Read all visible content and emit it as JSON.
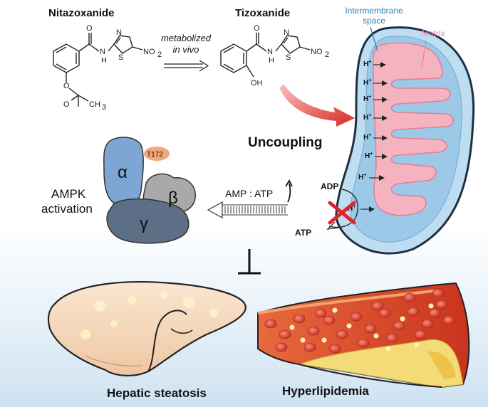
{
  "drugs": {
    "nitazoxanide": "Nitazoxanide",
    "tizoxanide": "Tizoxanide",
    "metabolized_line1": "metabolized",
    "metabolized_line2": "in vivo"
  },
  "chem_labels": {
    "o": "O",
    "n": "N",
    "s": "S",
    "h": "H",
    "no2": "NO",
    "no2_sub": "2",
    "ch3": "CH",
    "ch3_sub": "3",
    "oh": "OH"
  },
  "mito": {
    "intermembrane_line1": "Intermembrane",
    "intermembrane_line2": "space",
    "matrix": "Matrix",
    "h_plus": "H",
    "h_plus_sup": "+",
    "adp": "ADP",
    "atp": "ATP"
  },
  "process": {
    "uncoupling": "Uncoupling",
    "ratio": "AMP : ATP",
    "ampk_line1": "AMPK",
    "ampk_line2": "activation"
  },
  "ampk": {
    "alpha": "α",
    "beta": "β",
    "gamma": "γ",
    "t172": "T172"
  },
  "diseases": {
    "hepatic": "Hepatic steatosis",
    "hyperlipidemia": "Hyperlipidemia"
  },
  "colors": {
    "mito_outer": "#9cc9e8",
    "mito_inner": "#f4b3bf",
    "alpha": "#7ea6d4",
    "beta": "#a9a9a9",
    "gamma": "#5d6f86",
    "t172": "#f2a77a",
    "liver": "#f6dcc2",
    "vessel": "#e4462a",
    "red_x": "#e0252a"
  }
}
